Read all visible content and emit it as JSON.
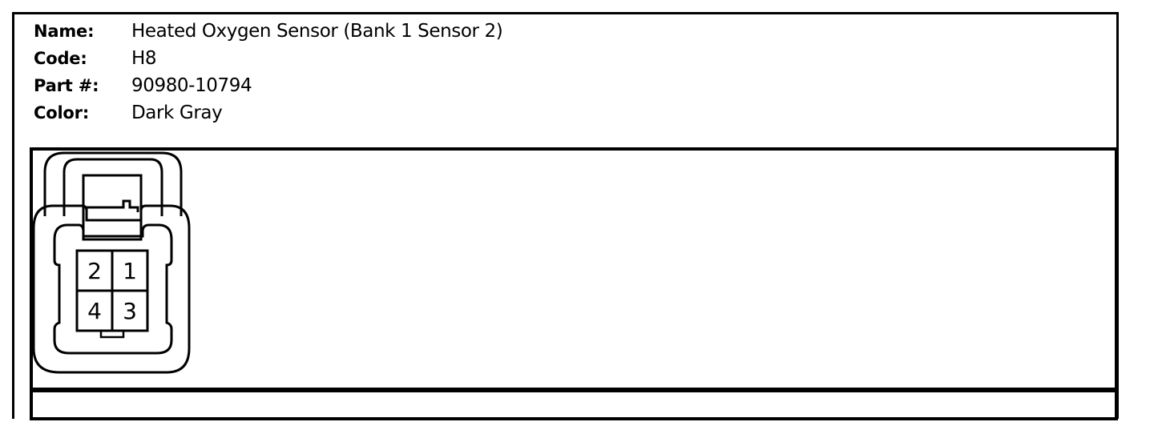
{
  "connector": {
    "name_label": "Name:",
    "name_value": "Heated Oxygen Sensor (Bank 1 Sensor 2)",
    "code_label": "Code:",
    "code_value": "H8",
    "part_label": "Part #:",
    "part_value": "90980-10794",
    "color_label": "Color:",
    "color_value": "Dark Gray"
  },
  "pins": {
    "pin_top_left": "2",
    "pin_top_right": "1",
    "pin_bottom_left": "4",
    "pin_bottom_right": "3"
  }
}
